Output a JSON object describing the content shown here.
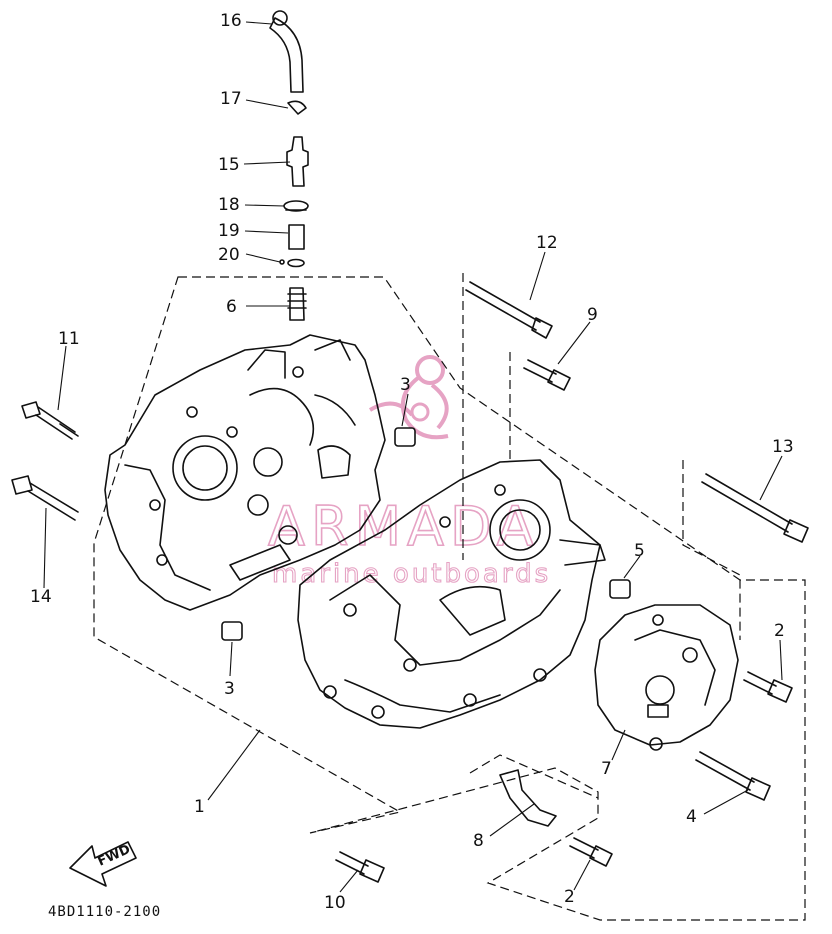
{
  "diagram": {
    "code": "4BD1110-2100",
    "direction_label": "FWD",
    "watermark": {
      "brand": "ARMADA",
      "tagline": "marine outboards"
    },
    "callouts": [
      {
        "id": "c16",
        "text": "16"
      },
      {
        "id": "c17",
        "text": "17"
      },
      {
        "id": "c15",
        "text": "15"
      },
      {
        "id": "c18",
        "text": "18"
      },
      {
        "id": "c19",
        "text": "19"
      },
      {
        "id": "c20",
        "text": "20"
      },
      {
        "id": "c6",
        "text": "6"
      },
      {
        "id": "c11",
        "text": "11"
      },
      {
        "id": "c14",
        "text": "14"
      },
      {
        "id": "c3a",
        "text": "3"
      },
      {
        "id": "c3b",
        "text": "3"
      },
      {
        "id": "c12",
        "text": "12"
      },
      {
        "id": "c9",
        "text": "9"
      },
      {
        "id": "c13",
        "text": "13"
      },
      {
        "id": "c5",
        "text": "5"
      },
      {
        "id": "c2a",
        "text": "2"
      },
      {
        "id": "c7",
        "text": "7"
      },
      {
        "id": "c4",
        "text": "4"
      },
      {
        "id": "c1",
        "text": "1"
      },
      {
        "id": "c8",
        "text": "8"
      },
      {
        "id": "c10",
        "text": "10"
      },
      {
        "id": "c2b",
        "text": "2"
      }
    ]
  }
}
